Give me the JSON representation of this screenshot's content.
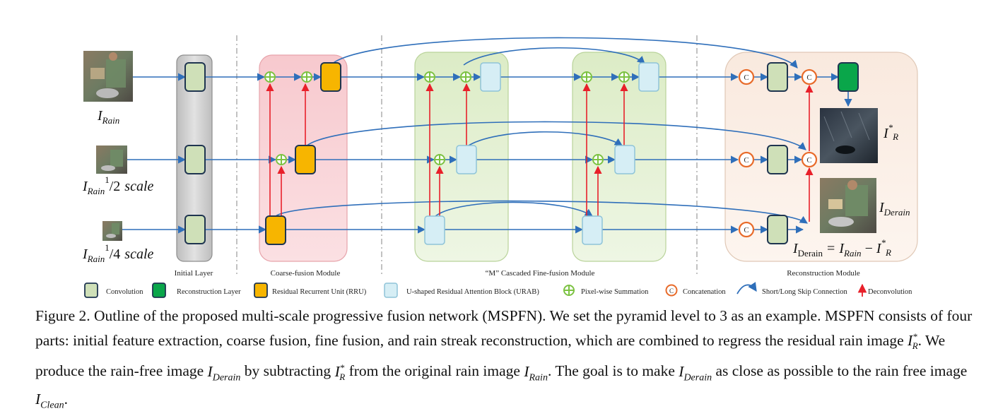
{
  "inputs": {
    "full": {
      "base": "I",
      "sub": "Rain",
      "suffix": ""
    },
    "half": {
      "base": "I",
      "sub": "Rain",
      "sup": "1",
      "frac": "/2",
      "suffix": "scale"
    },
    "quarter": {
      "base": "I",
      "sub": "Rain",
      "sup": "1",
      "frac": "/4",
      "suffix": "scale"
    }
  },
  "modules": {
    "initial": "Initial Layer",
    "coarse": "Coarse-fusion Module",
    "fine": "“M” Cascaded Fine-fusion Module",
    "reconstruction": "Reconstruction Module"
  },
  "outputs": {
    "residual": {
      "base": "I",
      "sup": "*",
      "sub": "R"
    },
    "derain": {
      "base": "I",
      "sub": "Derain"
    },
    "equation": {
      "lhs_sub": "Derain",
      "rhs1_sub": "Rain",
      "rhs2_sup": "*",
      "rhs2_sub": "R",
      "eq": "=",
      "minus": "−"
    }
  },
  "concat_symbol": "C",
  "legend": [
    {
      "key": "convolution",
      "label": "Convolution"
    },
    {
      "key": "reconstruction_layer",
      "label": "Reconstruction Layer"
    },
    {
      "key": "rru",
      "label": "Residual Recurrent Unit (RRU)"
    },
    {
      "key": "urab",
      "label": "U-shaped  Residual Attention Block (URAB)"
    },
    {
      "key": "sum",
      "label": "Pixel-wise Summation"
    },
    {
      "key": "concat",
      "label": "Concatenation"
    },
    {
      "key": "skip",
      "label": "Short/Long Skip Connection"
    },
    {
      "key": "deconv",
      "label": "Deconvolution"
    }
  ],
  "caption": {
    "p1": "Figure 2. Outline of the proposed multi-scale progressive fusion network (MSPFN). We set the pyramid level to 3 as an example. MSPFN consists of four parts: initial feature extraction, coarse fusion, fine fusion, and rain streak reconstruction, which are combined to regress the residual rain image ",
    "m1": "I*R",
    "p2": ". We produce the rain-free image ",
    "m2": "IDerain",
    "p3": " by subtracting ",
    "m3": "I*R",
    "p4": " from the original rain image ",
    "m4": "IRain",
    "p5": ". The goal is to make ",
    "m5": "IDerain",
    "p6": " as close as possible to the rain free image ",
    "m6": "IClean",
    "p7": "."
  },
  "colors": {
    "conv": "#cfe0b8",
    "recon": "#0aa64a",
    "rru": "#f7b500",
    "urab": "#d6eef5",
    "sum": "#7cc242",
    "concat": "#e86b2a",
    "skip": "#2f6fba",
    "deconv": "#e8202a",
    "initial_panel": "#d4d4d4",
    "coarse_panel": "#f8d2d6",
    "fine_panel": "#e6f2d3",
    "recon_panel": "#fbf0e8"
  }
}
